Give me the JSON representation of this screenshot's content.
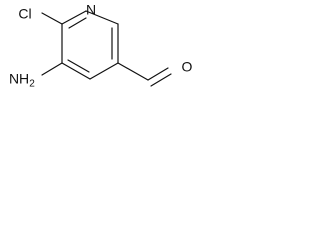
{
  "molecule": {
    "atoms": {
      "chlorine": "Cl",
      "ring_nitrogen": "N",
      "amino_nitrogen": "N",
      "amino_hydrogen": "H",
      "amino_subscript": "2",
      "aldehyde_oxygen": "O"
    }
  }
}
